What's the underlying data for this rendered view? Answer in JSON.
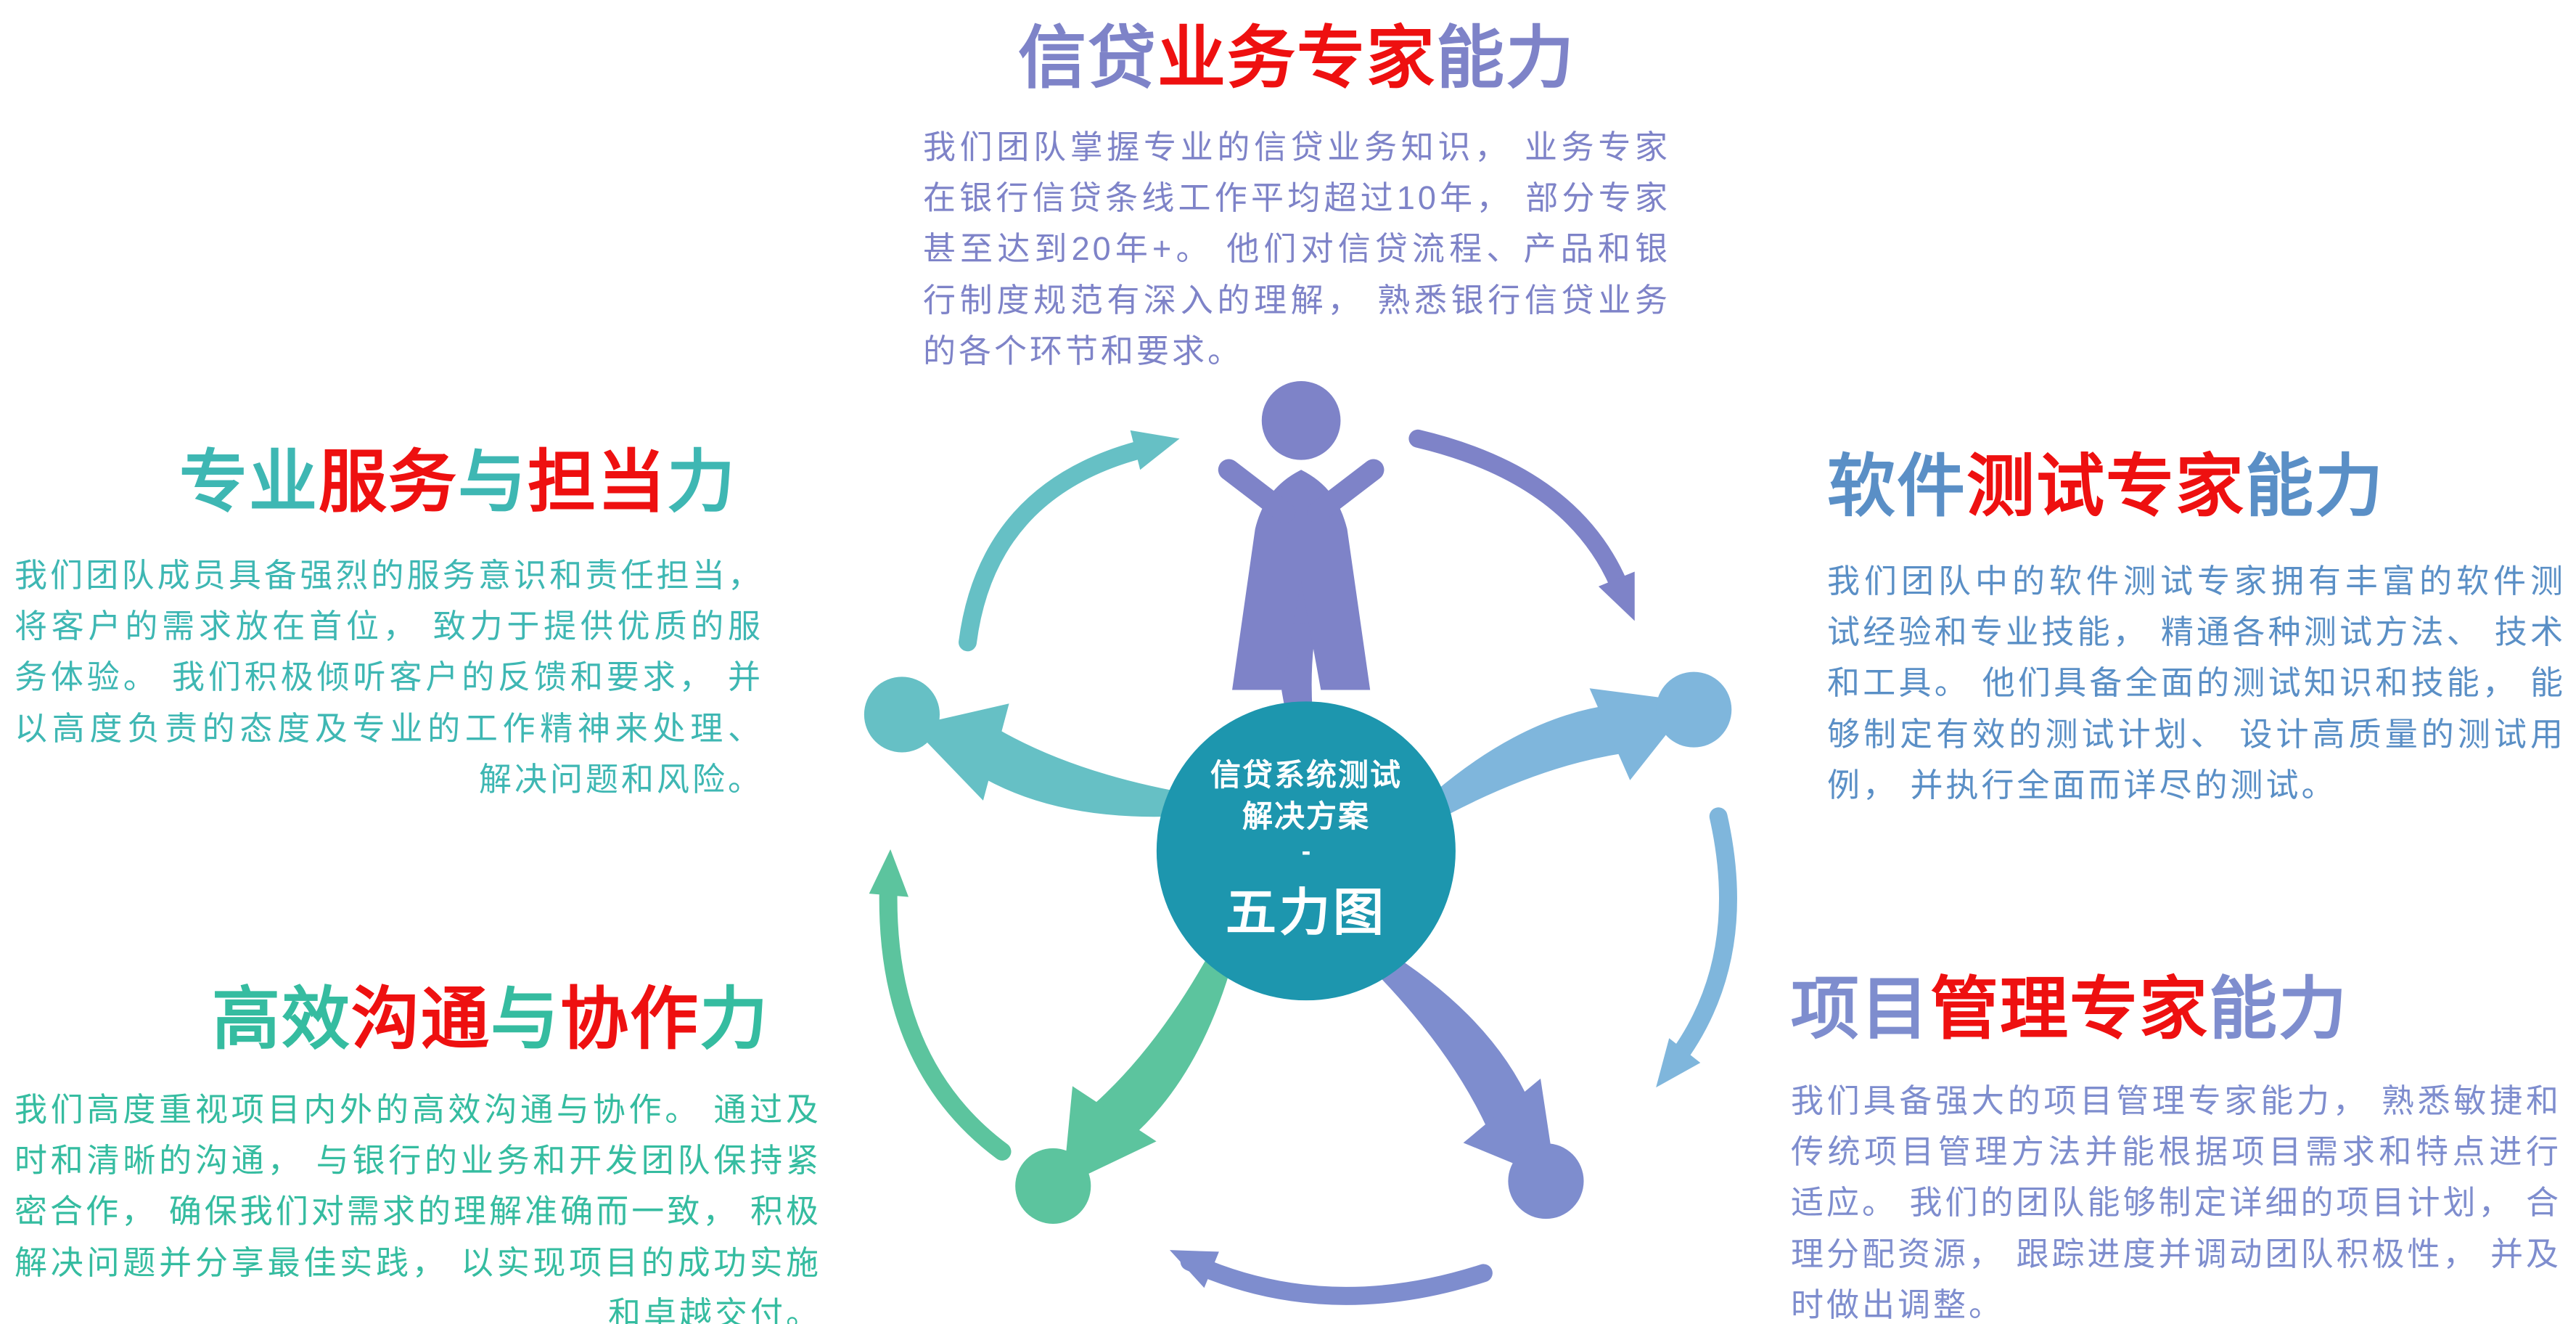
{
  "palette": {
    "red": "#EE1010",
    "purple": "#7E83C8",
    "blue": "#5A8FC6",
    "teal": "#3EB7B3",
    "green": "#35BCA0",
    "periwinkle": "#7E8DCE",
    "teal_light": "#66C0C5",
    "green_node": "#5CC49E",
    "skyblue": "#7FB6DC",
    "center_circle": "#1D96AE"
  },
  "center": {
    "line1": "信贷系统测试",
    "line2": "解决方案",
    "divider": "-",
    "line3": "五力图"
  },
  "sections": {
    "top": {
      "title": [
        {
          "text": "信贷"
        },
        {
          "text": "业务专家"
        },
        {
          "text": "能力"
        }
      ],
      "body": "我们团队掌握专业的信贷业务知识， 业务专家在银行信贷条线工作平均超过10年， 部分专家甚至达到20年+。 他们对信贷流程、产品和银行制度规范有深入的理解， 熟悉银行信贷业务的各个环节和要求。"
    },
    "left_top": {
      "title": [
        {
          "text": "专业"
        },
        {
          "text": "服务"
        },
        {
          "text": "与"
        },
        {
          "text": "担当"
        },
        {
          "text": "力"
        }
      ],
      "body": "我们团队成员具备强烈的服务意识和责任担当， 将客户的需求放在首位， 致力于提供优质的服务体验。 我们积极倾听客户的反馈和要求， 并以高度负责的态度及专业的工作精神来处理、 解决问题和风险。"
    },
    "right_top": {
      "title": [
        {
          "text": "软件"
        },
        {
          "text": "测试专家"
        },
        {
          "text": "能力"
        }
      ],
      "body": "我们团队中的软件测试专家拥有丰富的软件测试经验和专业技能， 精通各种测试方法、 技术和工具。 他们具备全面的测试知识和技能， 能够制定有效的测试计划、 设计高质量的测试用例， 并执行全面而详尽的测试。"
    },
    "left_bottom": {
      "title": [
        {
          "text": "高效"
        },
        {
          "text": "沟通"
        },
        {
          "text": "与"
        },
        {
          "text": "协作"
        },
        {
          "text": "力"
        }
      ],
      "body": "我们高度重视项目内外的高效沟通与协作。 通过及时和清晰的沟通， 与银行的业务和开发团队保持紧密合作， 确保我们对需求的理解准确而一致， 积极解决问题并分享最佳实践， 以实现项目的成功实施和卓越交付。"
    },
    "right_bottom": {
      "title": [
        {
          "text": "项目"
        },
        {
          "text": "管理专家"
        },
        {
          "text": "能力"
        }
      ],
      "body": "我们具备强大的项目管理专家能力， 熟悉敏捷和传统项目管理方法并能根据项目需求和特点进行适应。 我们的团队能够制定详细的项目计划， 合理分配资源， 跟踪进度并调动团队积极性， 并及时做出调整。"
    }
  }
}
